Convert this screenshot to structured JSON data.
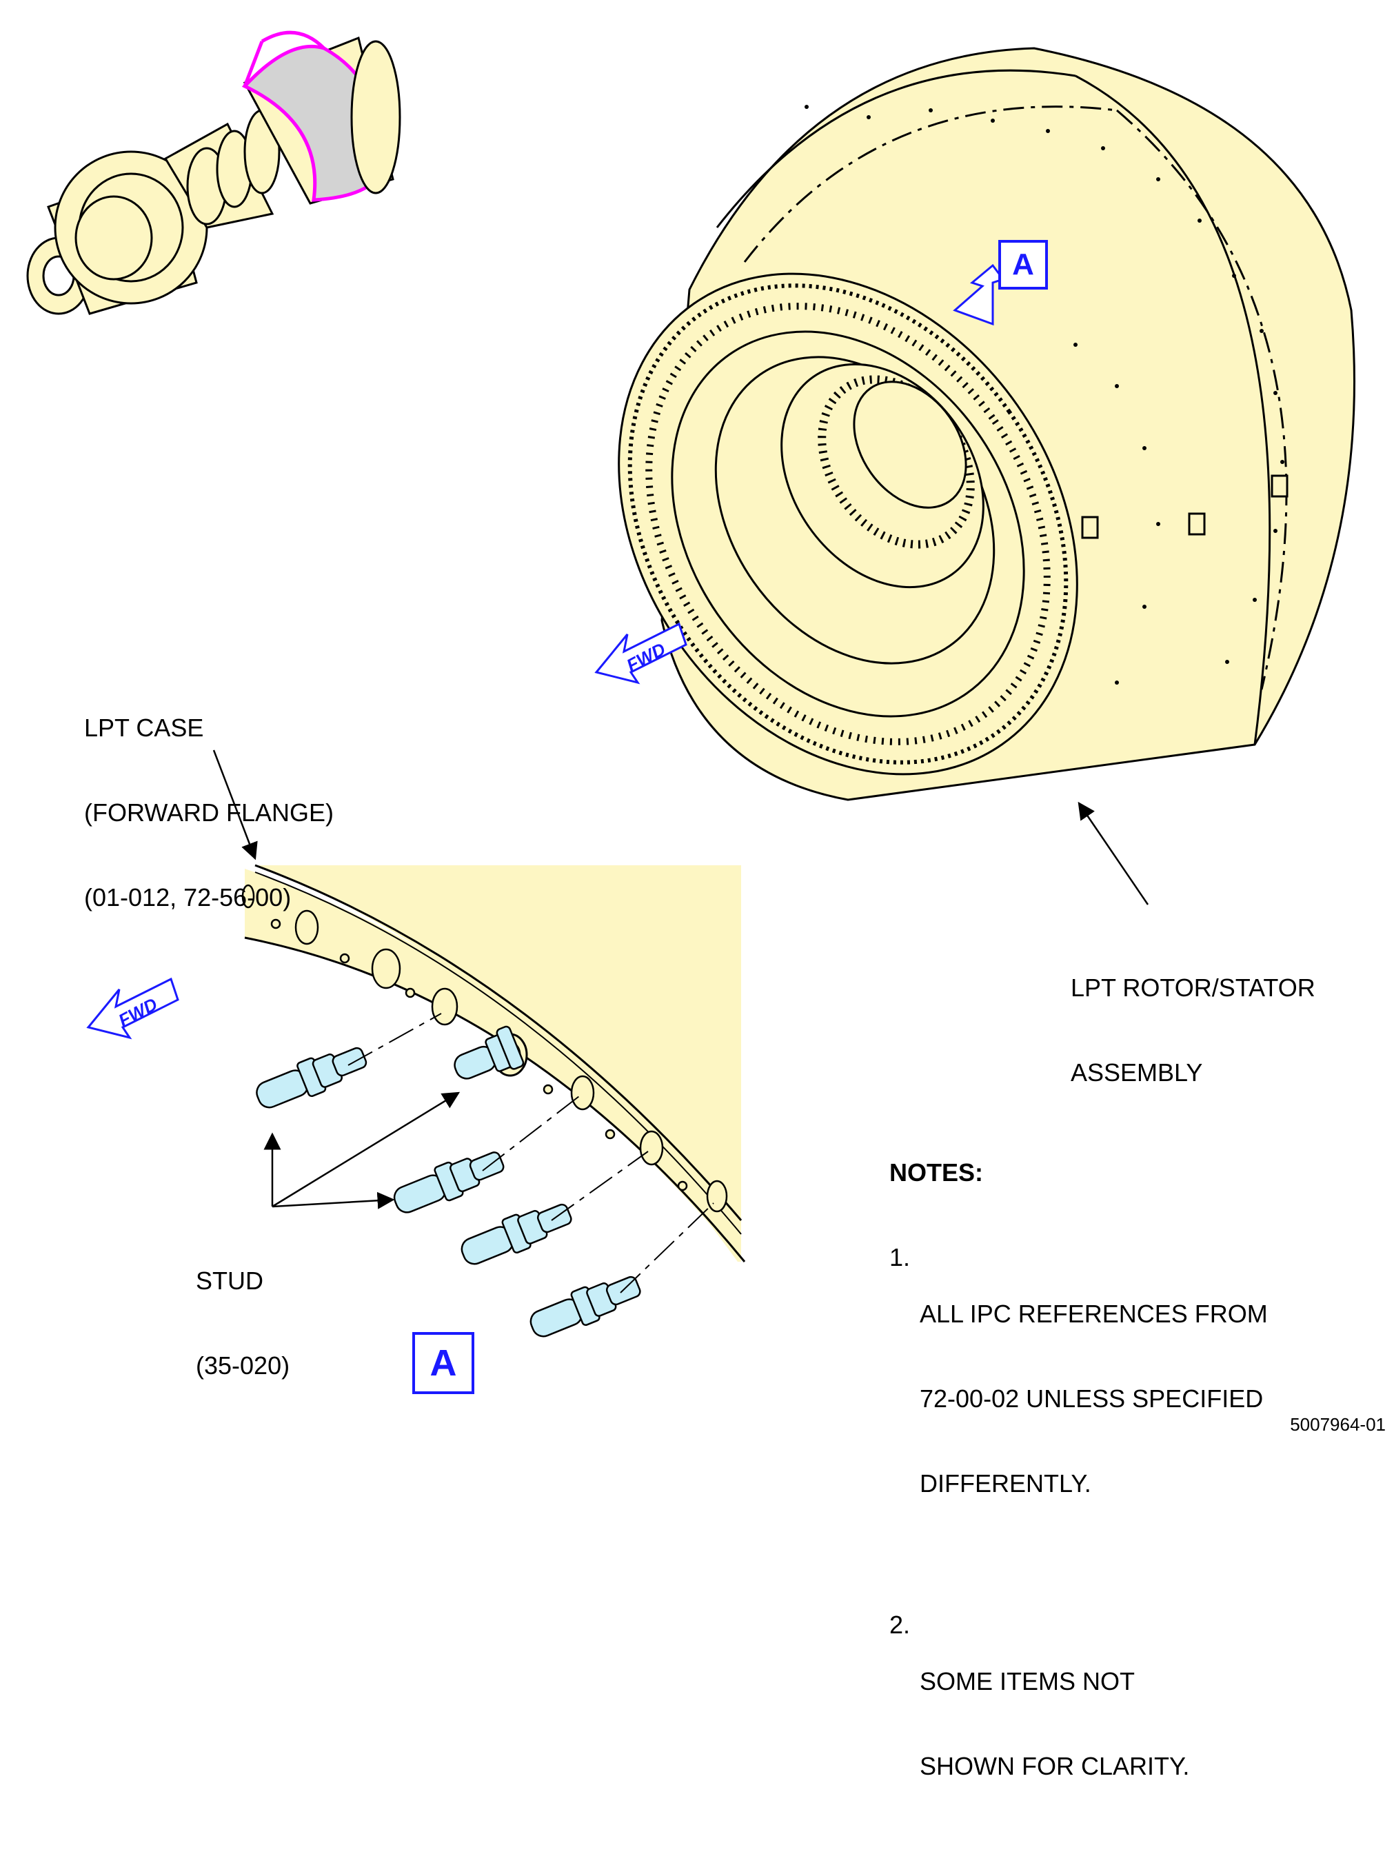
{
  "labels": {
    "lpt_case": [
      "LPT CASE",
      "(FORWARD FLANGE)",
      "(01-012, 72-56-00)"
    ],
    "lpt_rotor_stator": [
      "LPT ROTOR/STATOR",
      "ASSEMBLY"
    ],
    "stud": [
      "STUD",
      "(35-020)"
    ]
  },
  "detail_marker": {
    "main_view": "A",
    "detail_view": "A"
  },
  "fwd_arrows": {
    "upper": "FWD",
    "lower": "FWD"
  },
  "notes": {
    "title": "NOTES:",
    "items": [
      {
        "num": "1.",
        "lines": [
          "ALL IPC REFERENCES FROM",
          "72-00-02 UNLESS SPECIFIED",
          "DIFFERENTLY."
        ]
      },
      {
        "num": "2.",
        "lines": [
          "SOME ITEMS NOT",
          "SHOWN FOR CLARITY."
        ]
      }
    ]
  },
  "drawing_number": "5007964-01",
  "colors": {
    "part_fill": "#fdf6c3",
    "stud_fill": "#c8eef8",
    "highlight_outline": "#ff00ff",
    "highlight_fill": "#d3d3d3",
    "callout_blue": "#1a1aff",
    "line": "#000000"
  }
}
